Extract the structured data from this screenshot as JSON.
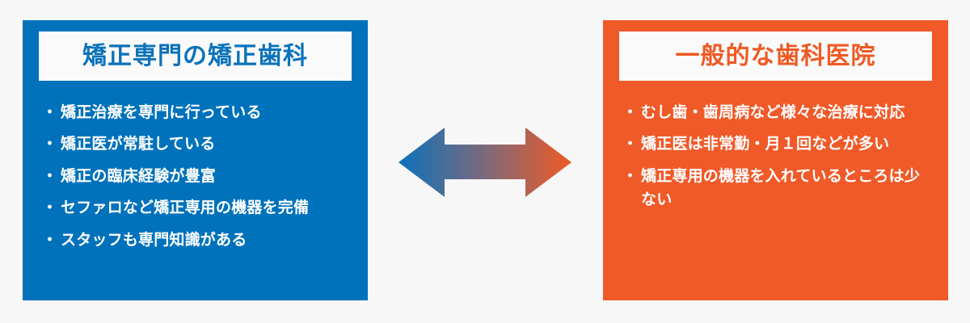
{
  "background_color": "#f7f7f7",
  "left_panel": {
    "panel_color": "#0072bc",
    "header_bg": "#fafafa",
    "title": "矯正専門の矯正歯科",
    "title_color": "#0b72bb",
    "text_color": "#ffffff",
    "bullet_glyph": "・",
    "items": [
      "矯正治療を専門に行っている",
      "矯正医が常駐している",
      "矯正の臨床経験が豊富",
      "セファロなど矯正専用の機器を完備",
      "スタッフも専門知識がある"
    ]
  },
  "right_panel": {
    "panel_color": "#f05a28",
    "header_bg": "#fafafa",
    "title": "一般的な歯科医院",
    "title_color": "#ef5a24",
    "text_color": "#ffffff",
    "bullet_glyph": "・",
    "items": [
      "むし歯・歯周病など様々な治療に対応",
      "矯正医は非常勤・月１回などが多い",
      "矯正専用の機器を入れているところは少ない"
    ]
  },
  "center_arrow": {
    "icon": "double-headed-horizontal-arrow",
    "direction": "both",
    "gradient_start": "#0b72bb",
    "gradient_mid": "#7d6a7b",
    "gradient_end": "#ef5a24"
  }
}
